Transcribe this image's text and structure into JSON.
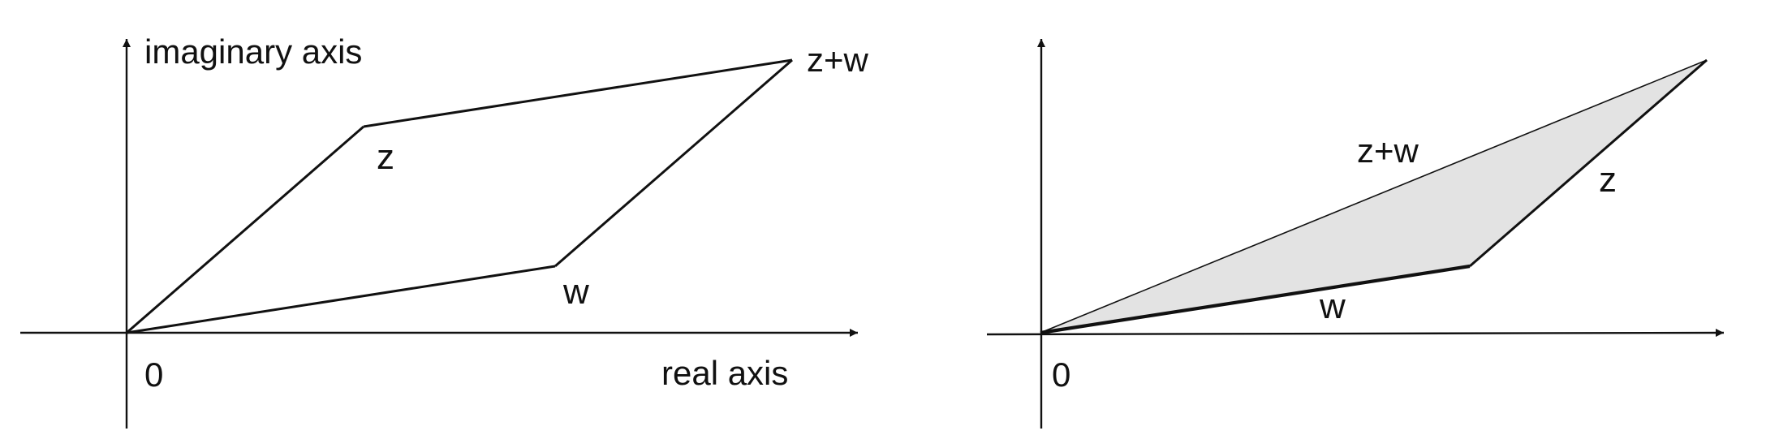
{
  "left_panel": {
    "y_axis_label": "imaginary axis",
    "x_axis_label": "real axis",
    "origin_label": "0",
    "z_label": "z",
    "w_label": "w",
    "sum_label": "z+w"
  },
  "right_panel": {
    "origin_label": "0",
    "z_label": "z",
    "w_label": "w",
    "sum_label": "z+w",
    "fill_color": "#e3e3e3"
  }
}
